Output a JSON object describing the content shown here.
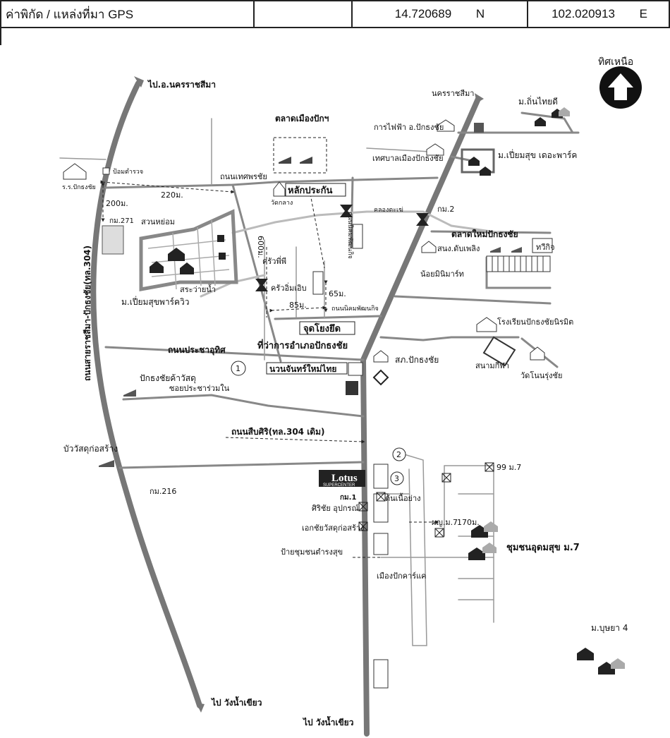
{
  "header": {
    "label": "ค่าพิกัด / แหล่งที่มา GPS",
    "empty": "",
    "lat_value": "14.720689",
    "lat_unit": "N",
    "lon_value": "102.020913",
    "lon_unit": "E"
  },
  "map": {
    "north_label": "ทิศเหนือ",
    "labels": {
      "to_nakhon_ratchasima_district": "ไป.อ.นครราชสีมา",
      "nakhon_ratchasima": "นครราชสีมา",
      "thin_thai_dee": "ม.ถิ่นไทยดี",
      "electricity": "การไฟฟ้า อ.ปักธงชัย",
      "mueang_pak_market": "ตลาดเมืองปักฯ",
      "municipality": "เทศบาลเมืองปักธงชัย",
      "the_park": "ม.เปี่ยมสุข เดอะพาร์ค",
      "school_pak": "ร.ร.ปักธงชัย",
      "police_box": "ป้อมตำรวจ",
      "thetphon_road": "ถนนเทศพรชัย",
      "dist_220": "220ม.",
      "dist_200": "200ม.",
      "km271": "กม.271",
      "wat_klang": "วัดกลาง",
      "lak_prakan": "หลักประกัน",
      "khlong": "คลองตะเฆ่",
      "km2": "กม.2",
      "new_market": "ตลาดใหม่ปักธงชัย",
      "fire_station": "สนง.ดับเพลิง",
      "thawikit": "ทวีกิจ",
      "suan_yom": "สวนหย่อม",
      "pool": "สระว่ายน้ำ",
      "park_view": "ม.เปี่ยมสุขพาร์ควิว",
      "kruaphiphi": "ครัวพี่พี",
      "krua_im": "ครัวอิ่มเอิบ",
      "noi_minimart": "น้อยมินิมาร์ท",
      "dist_85": "85ม.",
      "dist_65": "65ม.",
      "dist_600": "600ม.",
      "point_rod": "จุดโยงยึด",
      "district_office": "ที่ว่าการอำเภอปักธงชัย",
      "road_nikhom": "ถนนนิคมพัฒนกิจ",
      "road_nikhom2": "ถนนนิคมพัฒนกิจ",
      "road_phracharoen": "ถนนประชาอุทิศ",
      "road_nakhon_pak": "ถนนสายราชสีมา-ปักธงชัย(ทล.304)",
      "school_niramit": "โรงเรียนปักธงชัยนิรมิต",
      "police_station": "สภ.ปักธงชัย",
      "stadium": "สนามกีฬา",
      "wat_ton": "วัดโนนรุ่งชัย",
      "chan_new_thai": "นวนจันทร์ใหม่ไทย",
      "pak_material": "ปักธงชัยค้าวัสดุ",
      "soi_pracharuam": "ซอยประชาร่วมใน",
      "road_suepsiri": "ถนนสืบศิริ(ทล.304 เดิม)",
      "bua_wat": "บัววัสดุก่อสร้าง",
      "km216": "กม.216",
      "lotus": "Lotus",
      "lotus_sub": "SUPERCENTER",
      "km1": "กม.1",
      "ton_nuea": "ต้นเนื้อย่าง",
      "siri_chai": "ศิริชัย อุปกรณ์",
      "ekachai": "เอกชัยวัสดุก่อสร้าง",
      "pyy": "ผญ.ม.7",
      "dist_170": "170ม.",
      "m99": "99 ม.7",
      "community": "ชุมชนอุดมสุข ม.7",
      "bus_stop": "ป้ายชุมชนตำรงสุข",
      "mueang_pak_car": "เมืองปักคาร์แค",
      "bunya": "ม.บุษยา 4",
      "to_wang_nam_khiao_1": "ไป วังน้ำเขียว",
      "to_wang_nam_khiao_2": "ไป วังน้ำเขียว",
      "circle1": "1",
      "circle2": "2",
      "circle3": "3"
    }
  }
}
